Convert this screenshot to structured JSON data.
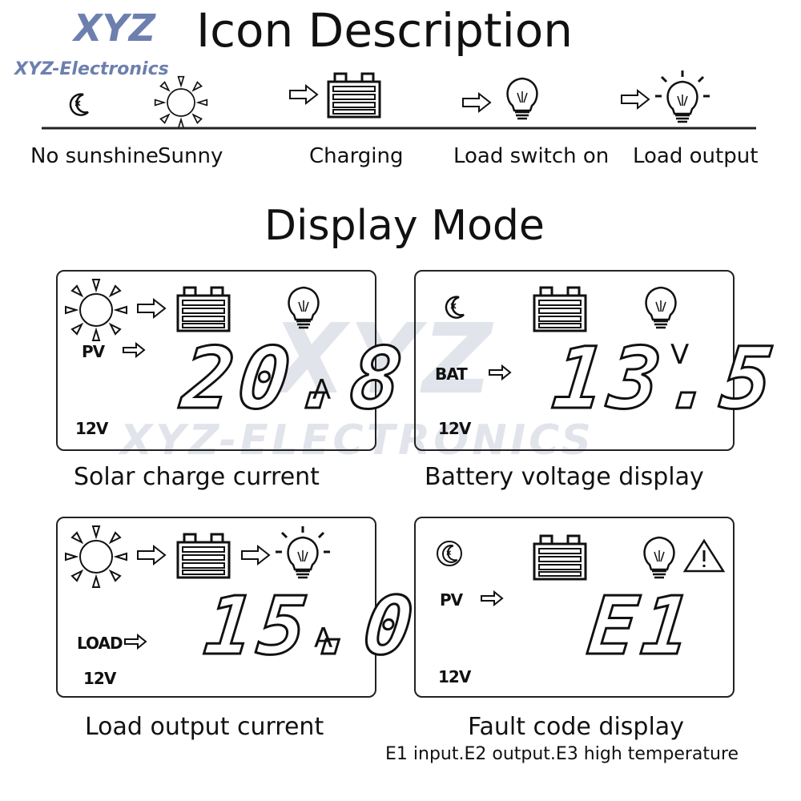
{
  "header": {
    "brand": "XYZ",
    "brand_sub": "XYZ-Electronics",
    "title": "Icon Description"
  },
  "icons": [
    {
      "label": "No sunshine",
      "icon": "moon-icon"
    },
    {
      "label": "Sunny",
      "icon": "sun-icon"
    },
    {
      "label": "Charging",
      "icon": "battery-icon"
    },
    {
      "label": "Load switch on",
      "icon": "bulb-icon"
    },
    {
      "label": "Load output",
      "icon": "bulb-output-icon"
    }
  ],
  "section_title": "Display Mode",
  "watermark": {
    "big": "XYZ",
    "small": "XYZ-ELECTRONICS"
  },
  "panels": [
    {
      "tag": "PV",
      "value": "20.8",
      "unit": "A",
      "voltage": "12V",
      "caption": "Solar charge current"
    },
    {
      "tag": "BAT",
      "value": "13.5",
      "unit": "V",
      "voltage": "12V",
      "caption": "Battery voltage display"
    },
    {
      "tag": "LOAD",
      "value": "15.0",
      "unit": "A",
      "voltage": "12V",
      "caption": "Load output current"
    },
    {
      "tag": "PV",
      "value": "E1",
      "unit": "",
      "voltage": "12V",
      "caption": "Fault code display",
      "note": "E1 input.E2 output.E3 high temperature"
    }
  ],
  "colors": {
    "ink": "#111111",
    "brand": "#6d7fae",
    "watermark": "#c9cfdc"
  }
}
